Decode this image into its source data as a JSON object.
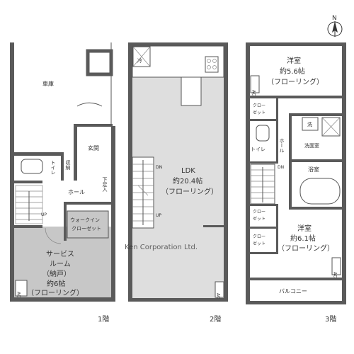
{
  "compass": {
    "north_label": "N"
  },
  "floor1": {
    "garage": "車庫",
    "entrance": "玄関",
    "toilet": "トイレ",
    "storage": "収納",
    "hall": "ホール",
    "shoe_storage": "下足入",
    "up": "UP",
    "walkin_line1": "ウォークイン",
    "walkin_line2": "クローゼット",
    "service_room_line1": "サービス",
    "service_room_line2": "ルーム",
    "service_room_line3": "（納戸）",
    "service_room_line4": "約6帖",
    "service_room_line5": "（フローリング）",
    "ac": "AC",
    "floor_label": "1階"
  },
  "floor2": {
    "fridge": "冷",
    "ldk_line1": "LDK",
    "ldk_line2": "約20.4帖",
    "ldk_line3": "（フローリング）",
    "dn": "DN",
    "up": "UP",
    "ac": "AC",
    "floor_label": "2階"
  },
  "floor3": {
    "room1_line1": "洋室",
    "room1_line2": "約5.6帖",
    "room1_line3": "（フローリング）",
    "ac_top": "AC",
    "closet_a_line1": "クロー",
    "closet_a_line2": "ゼット",
    "toilet": "トイレ",
    "hall": "ホール",
    "washer": "洗",
    "washroom": "洗面室",
    "dn": "DN",
    "bathroom": "浴室",
    "closet_b_line1": "クロー",
    "closet_b_line2": "ゼット",
    "closet_c_line1": "クロー",
    "closet_c_line2": "ゼット",
    "room2_line1": "洋室",
    "room2_line2": "約6.1帖",
    "room2_line3": "（フローリング）",
    "ac_bottom": "AC",
    "balcony": "バルコニー",
    "floor_label": "3階"
  },
  "watermark": "Ken Corporation Ltd."
}
